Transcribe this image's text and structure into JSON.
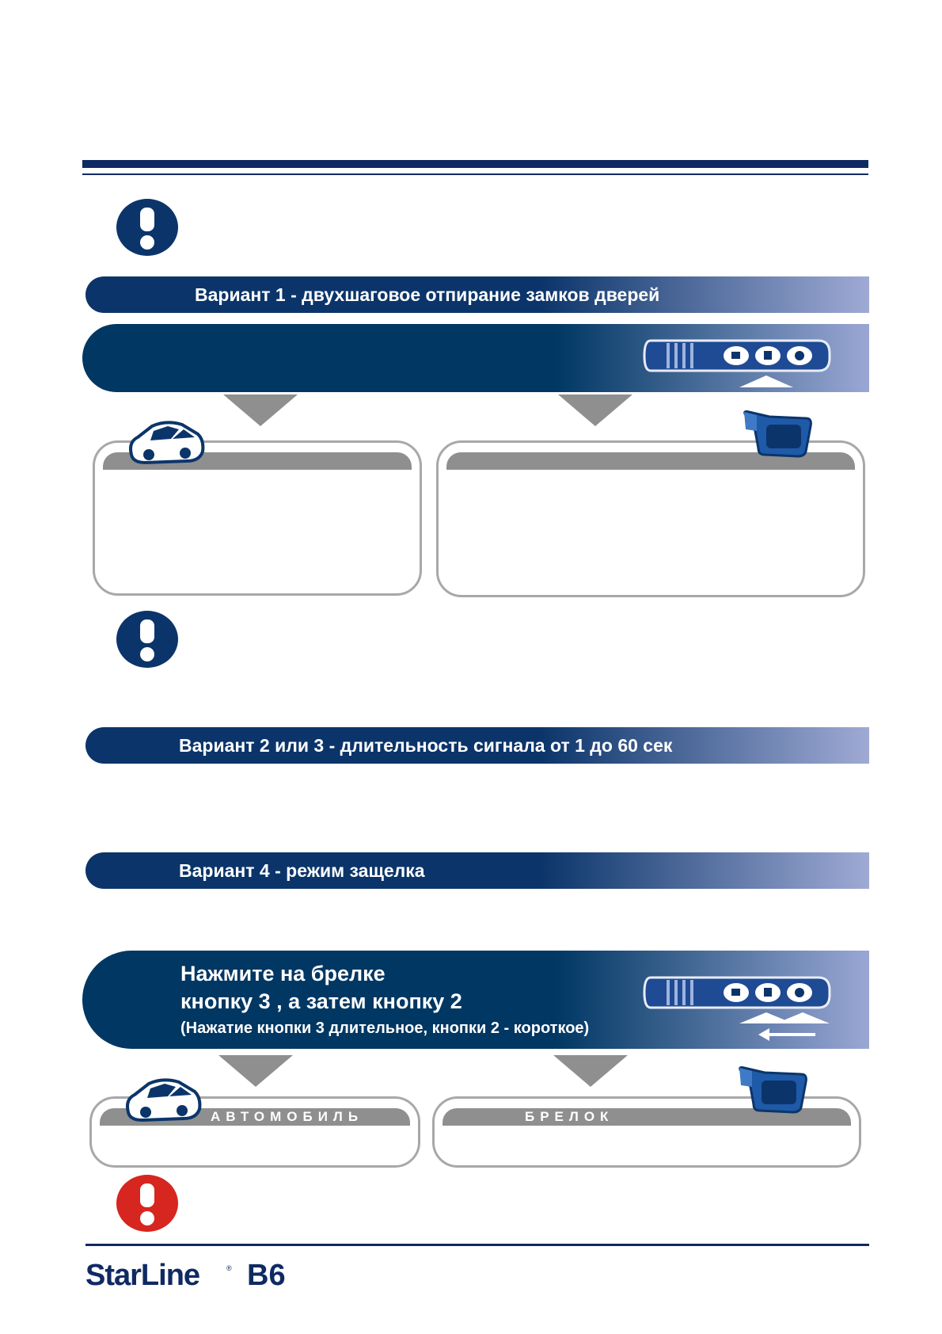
{
  "variants": {
    "v1": "Вариант 1 - двухшаговое отпирание замков дверей",
    "v23": "Вариант 2 или 3  - длительность сигнала от 1 до 60 сек",
    "v4": "Вариант 4 - режим защелка"
  },
  "instruction": {
    "line1": "Нажмите на брелке",
    "line2": "кнопку 3 , а затем кнопку 2",
    "line3": "(Нажатие кнопки 3 длительное, кнопки 2 - короткое)"
  },
  "boxes": {
    "car_label": "АВТОМОБИЛЬ",
    "remote_label": "БРЕЛОК"
  },
  "brand": {
    "logo": "StarLine",
    "model": "B6"
  },
  "colors": {
    "navy": "#0b356a",
    "rule": "#0f2a63",
    "alert_red": "#d7251f",
    "arrow_gray": "#8f8f8f"
  },
  "icons": [
    "exclamation-icon",
    "keyfob-icon",
    "car-icon",
    "remote-icon",
    "arrow-down-icon",
    "arrow-up-icon",
    "arrow-left-icon"
  ]
}
